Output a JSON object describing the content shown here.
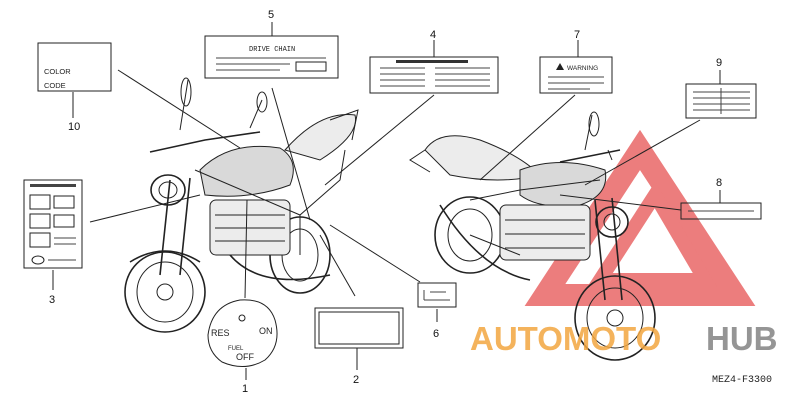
{
  "callouts": {
    "c1": "1",
    "c2": "2",
    "c3": "3",
    "c4": "4",
    "c5": "5",
    "c6": "6",
    "c7": "7",
    "c8": "8",
    "c9": "9",
    "c10": "10"
  },
  "labels": {
    "color_code_line1": "COLOR",
    "color_code_line2": "CODE",
    "drive_chain": "DRIVE CHAIN",
    "warning": "WARNING",
    "fuel_res": "RES",
    "fuel_on": "ON",
    "fuel_off": "OFF",
    "fuel_word": "FUEL"
  },
  "diagram_code": "MEZ4-F3300",
  "watermark": {
    "text_auto": "AUTOMOTO",
    "text_hub": "HUB",
    "color_red": "#e85d5d",
    "color_orange": "#f2a640",
    "color_gray": "#8a8a8a"
  }
}
